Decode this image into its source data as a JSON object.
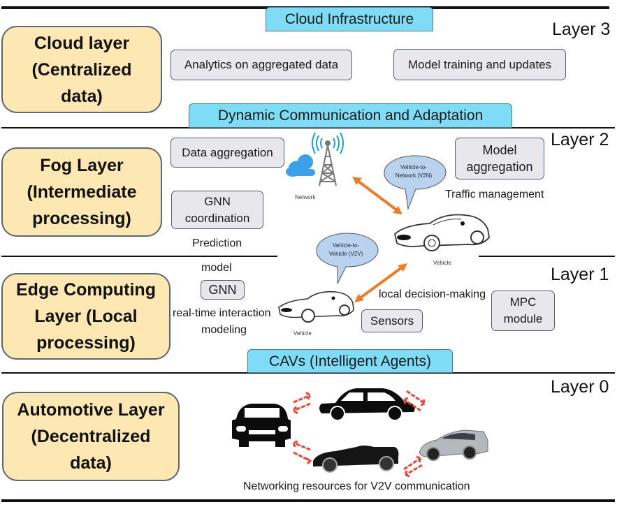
{
  "diagram": {
    "layers": [
      {
        "id": "cloud",
        "title": "Cloud layer\n(Centralized\ndata)",
        "number_label": "Layer 3"
      },
      {
        "id": "fog",
        "title": "Fog Layer\n(Intermediate\nprocessing)",
        "number_label": "Layer 2"
      },
      {
        "id": "edge",
        "title": "Edge Computing\nLayer (Local\nprocessing)",
        "number_label": "Layer 1"
      },
      {
        "id": "automotive",
        "title": "Automotive Layer\n(Decentralized\ndata)",
        "number_label": "Layer 0"
      }
    ],
    "headers": {
      "cloud": "Cloud Infrastructure",
      "fog": "Dynamic Communication and Adaptation",
      "automotive": "CAVs (Intelligent Agents)"
    },
    "cloud_boxes": [
      "Analytics on aggregated data",
      "Model training and updates"
    ],
    "fog": {
      "data_aggregation": "Data aggregation",
      "gnn_coordination": "GNN\ncoordination",
      "prediction": "Prediction",
      "model_aggregation": "Model\naggregation",
      "traffic_management": "Traffic management",
      "network_label": "Network",
      "v2n_bubble": [
        "Vehicle-to-",
        "Network (V2N)"
      ],
      "vehicle_label": "Vehicle"
    },
    "edge": {
      "model_label": "model",
      "gnn_box": "GNN",
      "realtime_label": "real-time interaction",
      "modeling_label": "modeling",
      "v2v_bubble": [
        "Vehicle-to-",
        "Vehicle (V2V)"
      ],
      "vehicle_label": "Vehicle",
      "local_decision": "local decision-making",
      "sensors_box": "Sensors",
      "mpc_box": "MPC\nmodule"
    },
    "automotive": {
      "caption": "Networking resources for V2V communication"
    },
    "colors": {
      "layer_box_fill": "#fde7b2",
      "header_fill": "#7fdcf7",
      "component_fill": "#e8e8ec",
      "link_arrow": "#e87d2c",
      "v2v_arrow": "#e8483c",
      "bubble_fill": "#b9d3ee",
      "cloud_icon": "#3aa0e8"
    }
  }
}
